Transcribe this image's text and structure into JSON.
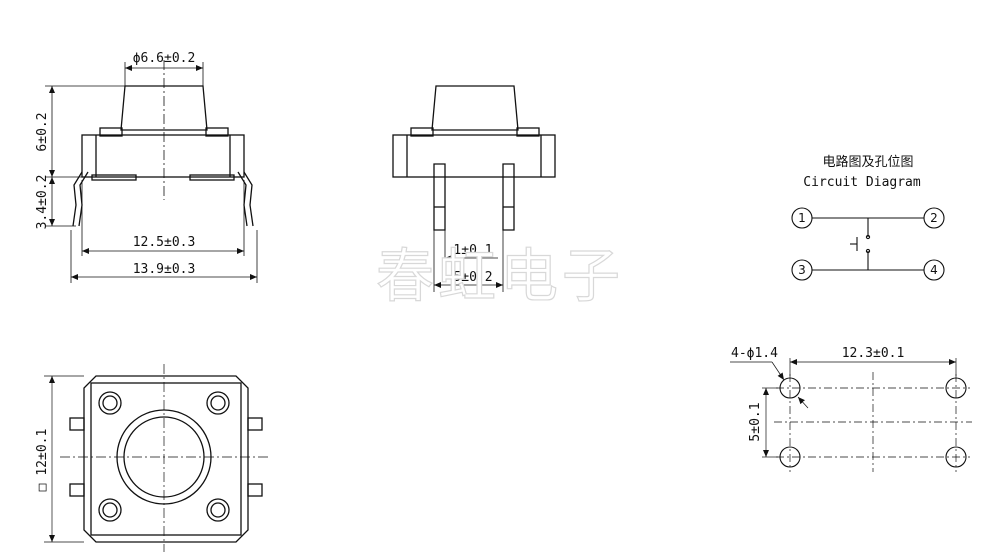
{
  "front_view": {
    "dim_actuator": "ϕ6.6±0.2",
    "dim_height": "6±0.2",
    "dim_leg": "3.4±0.2",
    "dim_body": "12.5±0.3",
    "dim_overall": "13.9±0.3"
  },
  "side_view": {
    "dim_pin_width": "1±0.1",
    "dim_pin_pitch": "5±0.2"
  },
  "watermark": "春虹电子",
  "circuit": {
    "title_cn": "电路图及孔位图",
    "title_en": "Circuit Diagram",
    "pins": [
      "1",
      "2",
      "3",
      "4"
    ]
  },
  "hole_layout": {
    "dim_hole": "4-ϕ1.4",
    "dim_width": "12.3±0.1",
    "dim_height": "5±0.1"
  },
  "top_view": {
    "dim_size": "□ 12±0.1"
  }
}
